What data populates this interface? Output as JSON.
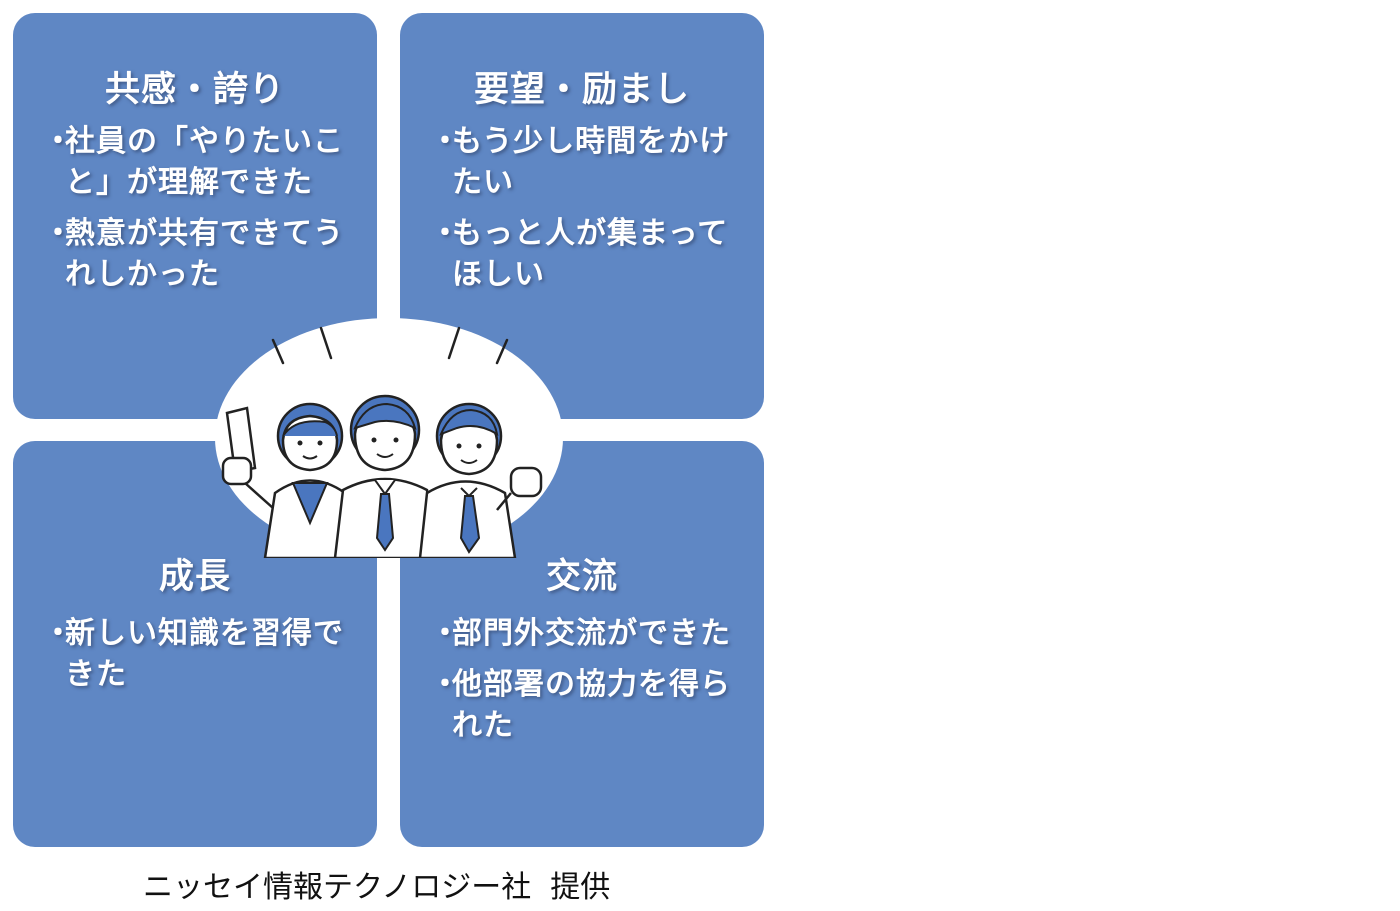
{
  "quadrants": {
    "top_left": {
      "heading": "共感・誇り",
      "items": [
        "社員の「やりたいこと」が理解できた",
        "熱意が共有できてうれしかった"
      ]
    },
    "top_right": {
      "heading": "要望・励まし",
      "items": [
        "もう少し時間をかけたい",
        "もっと人が集まってほしい"
      ]
    },
    "bottom_left": {
      "heading": "成長",
      "items": [
        "新しい知識を習得できた"
      ]
    },
    "bottom_right": {
      "heading": "交流",
      "items": [
        "部門外交流ができた",
        "他部署の協力を得られた"
      ]
    }
  },
  "bullet_mark": "・",
  "credit": "ニッセイ情報テクノロジー社  提供",
  "colors": {
    "panel": "#5f87c4",
    "text": "#ffffff",
    "line": "#222222",
    "accent": "#4a76bf"
  },
  "illustration_icon": "three-cheering-employees-icon"
}
